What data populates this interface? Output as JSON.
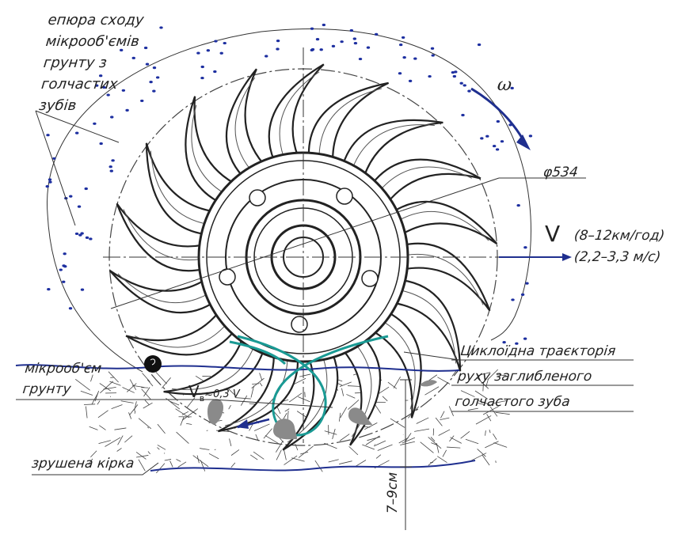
{
  "labels": {
    "epiura": [
      "епюра сходу",
      "мікрооб'ємів",
      "грунту з",
      "голчастих",
      "зубів"
    ],
    "omega": "ω",
    "diameter": "φ534",
    "velocity_symbol": "V",
    "speed_kmh": "(8–12км/год)",
    "speed_ms": "(2,2–3,3 м/с)",
    "trajectory": [
      "Циклоїдна траєкторія",
      "руху заглибленого",
      "голчастого зуба"
    ],
    "microvolume": [
      "мікрооб'єм",
      "грунту"
    ],
    "vb_symbol": "V",
    "vb_sub": "в",
    "vb_rel": "≈0,3 V",
    "crust": "зрушена кірка",
    "depth": "7–9см"
  },
  "colors": {
    "blue": "#1f2f8f",
    "teal": "#1a9a94",
    "dots": "#1d2fa0",
    "line": "#222222",
    "tooth_gray": "#8a8a8a"
  },
  "wheel": {
    "teeth_count": 18
  }
}
